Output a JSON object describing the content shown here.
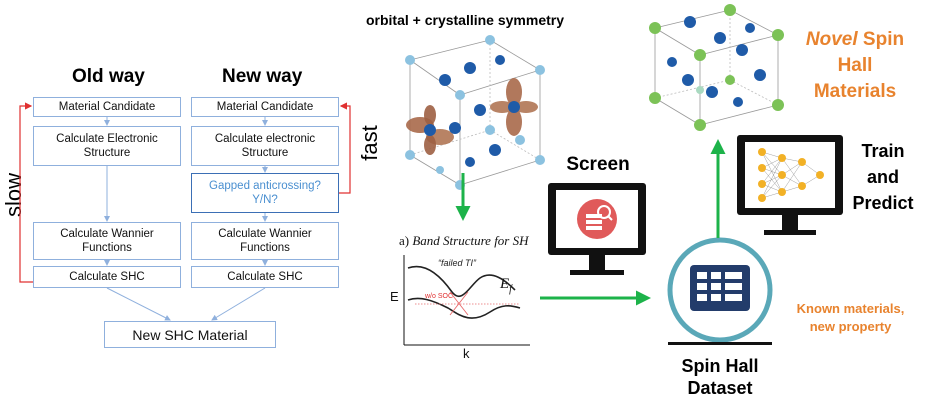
{
  "flowchart": {
    "old_way": {
      "title": "Old way",
      "steps": [
        "Material Candidate",
        "Calculate Electronic Structure",
        "Calculate Wannier Functions",
        "Calculate SHC"
      ]
    },
    "new_way": {
      "title": "New way",
      "steps": [
        "Material Candidate",
        "Calculate electronic Structure",
        "Gapped anticrossing? Y/N?",
        "Calculate Wannier Functions",
        "Calculate SHC"
      ]
    },
    "result": "New SHC Material",
    "slow_label": "slow",
    "fast_label": "fast"
  },
  "crystal": {
    "title": "orbital + crystalline symmetry"
  },
  "band_structure": {
    "caption_prefix": "a)",
    "caption_italic": "Band Structure for SH",
    "failed_label": "“failed TI”",
    "soc_label": "w/o SOC",
    "ef_label": "E",
    "ef_sub": "f",
    "y_label": "E",
    "x_label": "k"
  },
  "screen": {
    "label": "Screen"
  },
  "dataset": {
    "label_line1": "Spin Hall",
    "label_line2": "Dataset"
  },
  "known": {
    "line1": "Known materials,",
    "line2": "new property"
  },
  "train": {
    "line1": "Train",
    "line2": "and",
    "line3": "Predict"
  },
  "novel": {
    "italic": "Novel",
    "line1_rest": " Spin",
    "line2": "Hall",
    "line3": "Materials"
  },
  "colors": {
    "box_border": "#8fb0dd",
    "red_arrow": "#e03030",
    "green_arrow": "#1db34a",
    "orange": "#e8832e",
    "teal": "#5aa8b8"
  }
}
